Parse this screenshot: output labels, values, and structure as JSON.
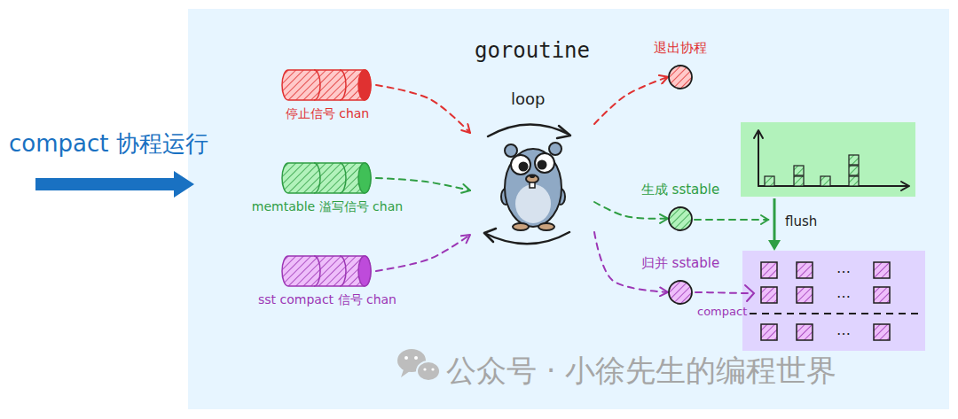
{
  "diagram": {
    "nodes": [
      {
        "text": [
          "停止信号 chan"
        ]
      },
      {
        "text": [
          "memtable 溢写信号 chan"
        ]
      },
      {
        "text": [
          "sst compact 信号 chan"
        ]
      },
      {
        "text": [
          "goroutine"
        ]
      },
      {
        "text": [
          "退出协程"
        ]
      },
      {
        "text": [
          "生成 sstable"
        ]
      },
      {
        "text": [
          "归并 sstable"
        ]
      }
    ],
    "edges": [
      {
        "from": 0,
        "to": 3,
        "arrow": "to"
      },
      {
        "from": 1,
        "to": 3,
        "arrow": "to"
      },
      {
        "from": 2,
        "to": 3,
        "arrow": "to"
      },
      {
        "from": 3,
        "to": 4,
        "arrow": "to"
      },
      {
        "from": 3,
        "to": 5,
        "arrow": "to"
      },
      {
        "from": 3,
        "to": 6,
        "arrow": "to"
      }
    ],
    "labels": [
      "compact 协程运行",
      "loop",
      "flush",
      "compact",
      "…",
      "…",
      "…",
      "公众号 · 小徐先生的编程世界"
    ]
  }
}
